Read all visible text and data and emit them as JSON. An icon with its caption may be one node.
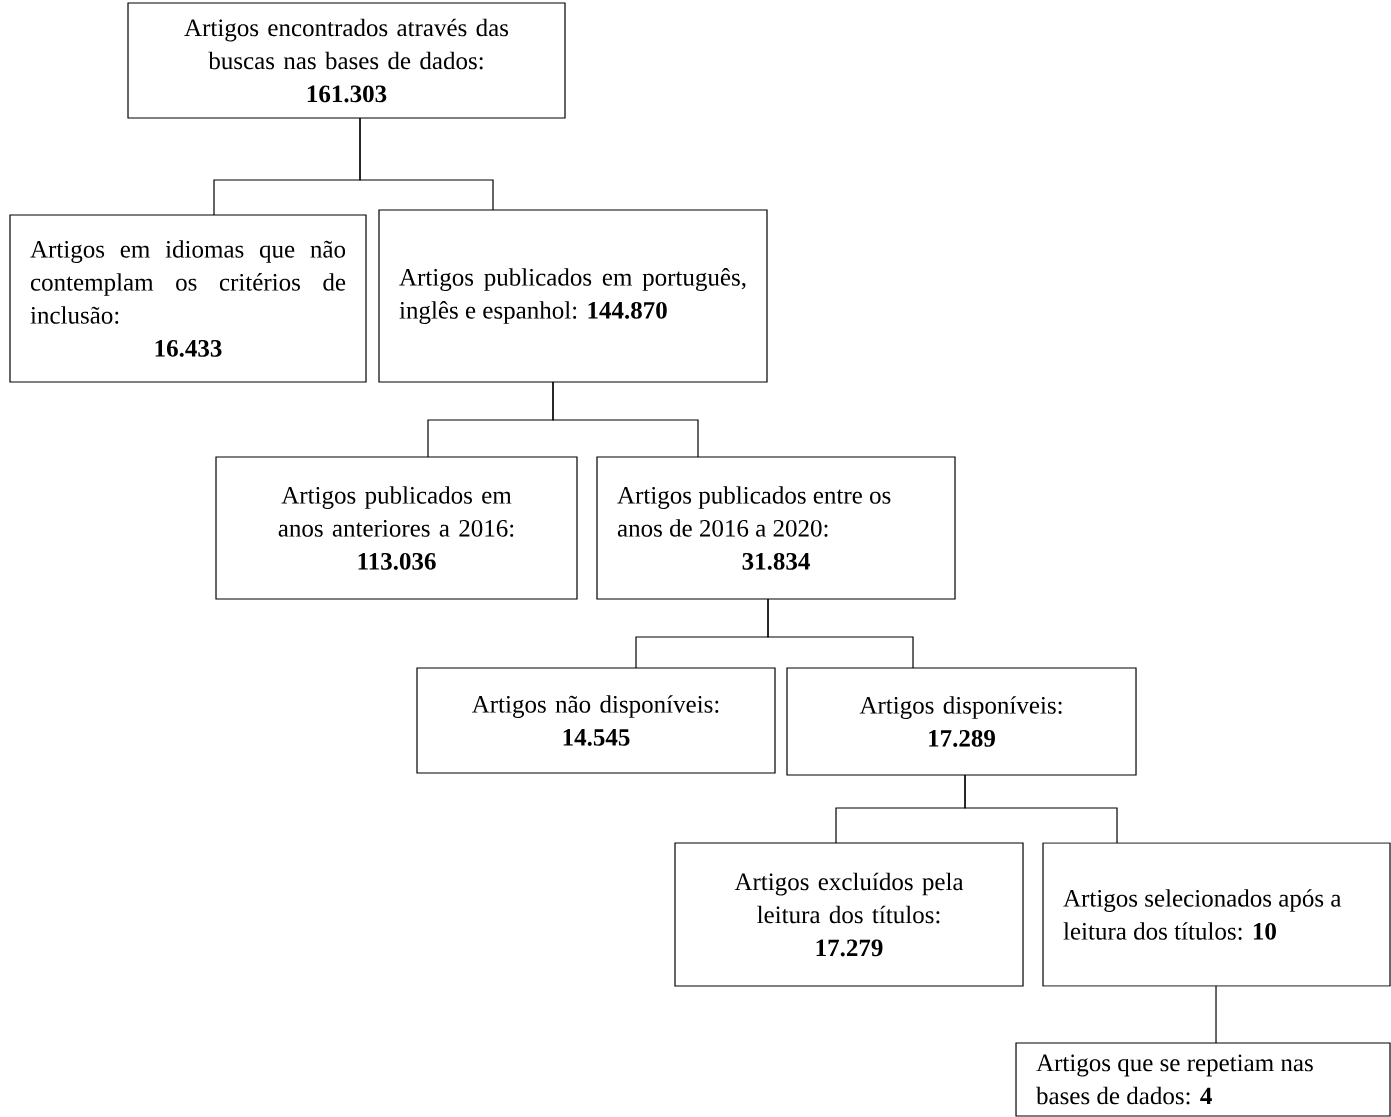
{
  "diagram": {
    "nodes": [
      {
        "text": [
          "Artigos encontrados através das buscas nas bases de dados:",
          "161.303"
        ]
      },
      {
        "text": [
          "Artigos em idiomas que não contemplam os critérios de inclusão:",
          "16.433"
        ]
      },
      {
        "text": [
          "Artigos publicados em português, inglês e espanhol: **144.870**"
        ]
      },
      {
        "text": [
          "Artigos publicados em anos anteriores a 2016:",
          "113.036"
        ]
      },
      {
        "text": [
          "Artigos publicados entre os anos de 2016 a 2020:",
          "31.834"
        ]
      },
      {
        "text": [
          "Artigos não disponíveis:",
          "14.545"
        ]
      },
      {
        "text": [
          "Artigos disponíveis:",
          "17.289"
        ]
      },
      {
        "text": [
          "Artigos excluídos pela leitura dos títulos:",
          "17.279"
        ]
      },
      {
        "text": [
          "Artigos selecionados após a leitura dos títulos: **10**"
        ]
      },
      {
        "text": [
          "Artigos que se repetiam nas bases de dados: **4**"
        ]
      }
    ],
    "edges": [
      {
        "from": 0,
        "to": 1,
        "arrow": "none"
      },
      {
        "from": 0,
        "to": 2,
        "arrow": "none"
      },
      {
        "from": 2,
        "to": 3,
        "arrow": "none"
      },
      {
        "from": 2,
        "to": 4,
        "arrow": "none"
      },
      {
        "from": 4,
        "to": 5,
        "arrow": "none"
      },
      {
        "from": 4,
        "to": 6,
        "arrow": "none"
      },
      {
        "from": 6,
        "to": 7,
        "arrow": "none"
      },
      {
        "from": 6,
        "to": 8,
        "arrow": "none"
      },
      {
        "from": 8,
        "to": 9,
        "arrow": "none"
      }
    ]
  }
}
